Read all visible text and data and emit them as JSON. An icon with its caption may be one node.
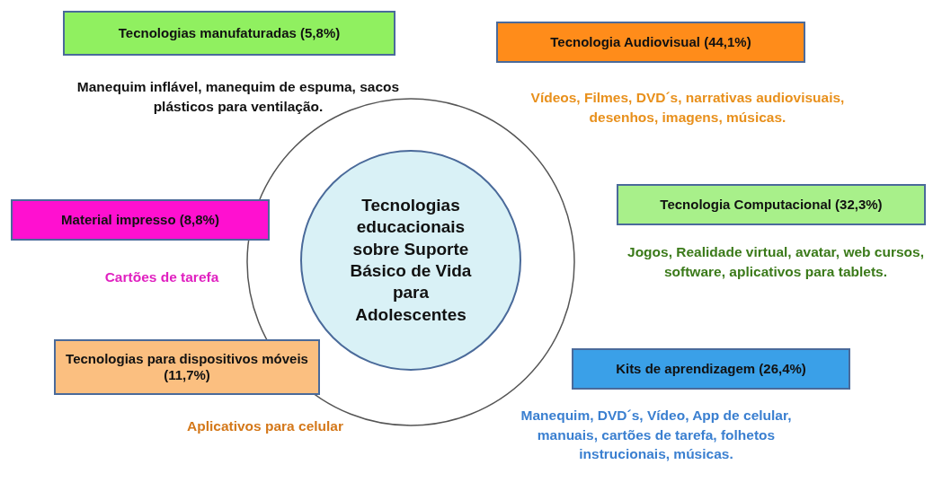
{
  "diagram": {
    "nodes": [
      {
        "text": [
          "Tecnologias educacionais sobre Suporte Básico de Vida para Adolescentes"
        ]
      },
      {
        "text": [
          "Tecnologias manufaturadas (5,8%)"
        ],
        "beside": [
          "Manequim inflável, manequim de espuma, sacos plásticos para ventilação."
        ]
      },
      {
        "text": [
          "Tecnologia Audiovisual (44,1%)"
        ],
        "beside": [
          "Vídeos, Filmes, DVD´s, narrativas audiovisuais, desenhos, imagens, músicas."
        ]
      },
      {
        "text": [
          "Material impresso (8,8%)"
        ],
        "beside": [
          "Cartões de tarefa"
        ]
      },
      {
        "text": [
          "Tecnologia Computacional (32,3%)"
        ],
        "beside": [
          "Jogos, Realidade virtual, avatar, web cursos, software, aplicativos para tablets."
        ]
      },
      {
        "text": [
          "Tecnologias para dispositivos móveis (11,7%)"
        ],
        "beside": [
          "Aplicativos para celular"
        ]
      },
      {
        "text": [
          "Kits de aprendizagem (26,4%)"
        ],
        "beside": [
          "Manequim, DVD´s, Vídeo, App de celular, manuais, cartões de tarefa, folhetos instrucionais, músicas."
        ]
      }
    ],
    "edges": []
  }
}
